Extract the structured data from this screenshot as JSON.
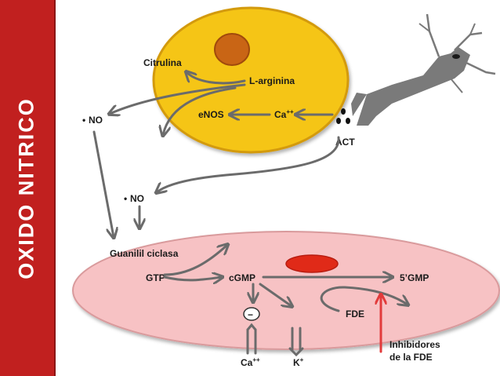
{
  "sidebar": {
    "title": "OXIDO NITRICO"
  },
  "labels": {
    "citrulina": "Citrulina",
    "l_arginina": "L-arginina",
    "no_top": "NO",
    "enos": "eNOS",
    "ca_top": "Ca",
    "ca_top_sup": "++",
    "act": "ACT",
    "no_mid": "NO",
    "guanilil_ciclasa": "Guanilil ciclasa",
    "gtp": "GTP",
    "cgmp": "cGMP",
    "five_gmp": "5’GMP",
    "fde": "FDE",
    "minus": "−",
    "ca_bottom": "Ca",
    "ca_bottom_sup": "++",
    "k": "K",
    "k_sup": "+",
    "inhibidores_line1": "Inhibidores",
    "inhibidores_line2": "de la FDE",
    "radical_dot": "•"
  },
  "colors": {
    "sidebar_red": "#c1201f",
    "endothelial_cell": "#f5c518",
    "endothelial_border": "#d39a0c",
    "nucleus": "#c96515",
    "smooth_muscle_cell": "#f7c2c4",
    "smooth_muscle_border": "#d99a9c",
    "smooth_nucleus": "#e02a18",
    "arrow_gray": "#6b6b6b",
    "inhibitor_arrow": "#e23b3b",
    "neuron_gray": "#7a7a7a"
  }
}
